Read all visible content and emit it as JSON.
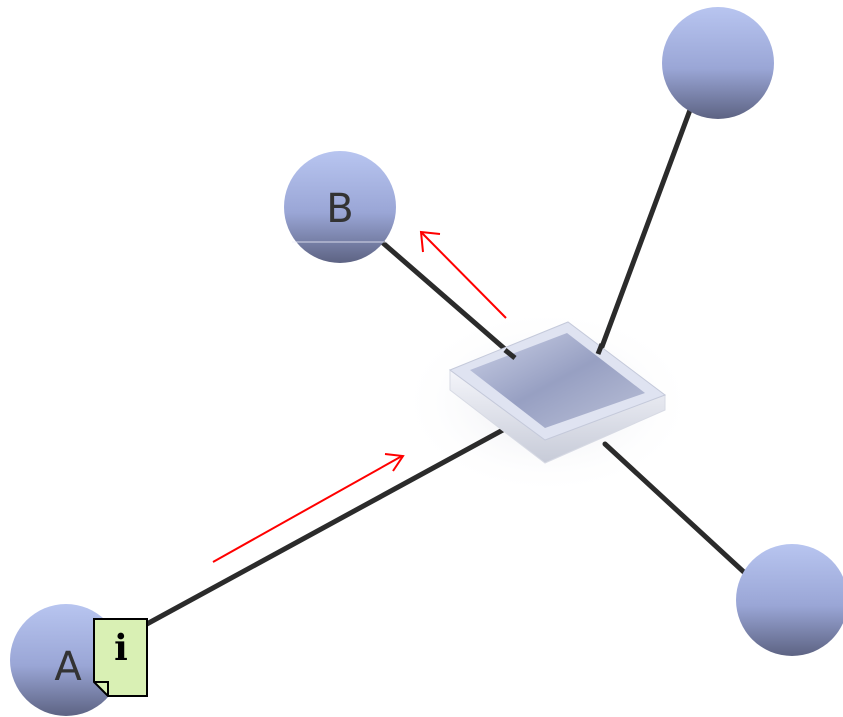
{
  "nodes": [
    {
      "id": "A",
      "label": "A"
    },
    {
      "id": "B",
      "label": "B"
    },
    {
      "id": "C",
      "label": ""
    },
    {
      "id": "D",
      "label": ""
    }
  ],
  "hub": {
    "kind": "switch"
  },
  "links": [
    {
      "from": "A",
      "to": "hub"
    },
    {
      "from": "B",
      "to": "hub"
    },
    {
      "from": "C",
      "to": "hub"
    },
    {
      "from": "D",
      "to": "hub"
    }
  ],
  "flow": [
    {
      "from": "A",
      "to": "hub",
      "color": "#ff0000"
    },
    {
      "from": "hub",
      "to": "B",
      "color": "#ff0000"
    }
  ],
  "note": {
    "on": "A",
    "icon": "info-icon",
    "glyph": "ℹ",
    "color": "#d9f0b4"
  },
  "colors": {
    "node_top": "#b6c3ee",
    "node_bottom": "#5e6484",
    "link": "#2b2b2b",
    "arrow": "#ff0000"
  }
}
